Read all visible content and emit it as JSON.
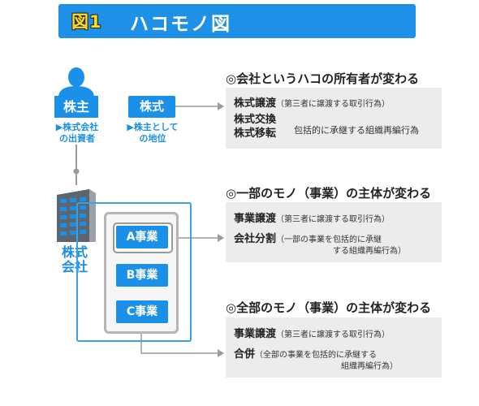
{
  "header": {
    "fig_label": "図1",
    "title": "ハコモノ図"
  },
  "shareholder": {
    "label": "株主",
    "caption_line1": "▶株式会社",
    "caption_line2": "の出資者"
  },
  "stock": {
    "label": "株式",
    "caption_line1": "▶株主として",
    "caption_line2": "の地位"
  },
  "company": {
    "label_line1": "株式",
    "label_line2": "会社"
  },
  "businesses": {
    "a": "A事業",
    "b": "B事業",
    "c": "C事業"
  },
  "section1": {
    "title": "◎会社というハコの所有者が変わる",
    "item1_main": "株式譲渡",
    "item1_note": "（第三者に譲渡する取引行為）",
    "item2_main_line1": "株式交換",
    "item2_main_line2": "株式移転",
    "item2_note": "包括的に承継する組織再編行為"
  },
  "section2": {
    "title": "◎一部のモノ（事業）の主体が変わる",
    "item1_main": "事業譲渡",
    "item1_note": "（第三者に譲渡する取引行為）",
    "item2_main": "会社分割",
    "item2_note_line1": "（一部の事業を包括的に承継",
    "item2_note_line2": "する組織再編行為）"
  },
  "section3": {
    "title": "◎全部のモノ（事業）の主体が変わる",
    "item1_main": "事業譲渡",
    "item1_note": "（第三者に譲渡する取引行為）",
    "item2_main": "合併",
    "item2_note_line1": "（全部の事業を包括的に承継する",
    "item2_note_line2": "組織再編行為）"
  },
  "colors": {
    "blue": "#1a90e8",
    "yellow": "#ffdd22",
    "gray": "#9a9a9a",
    "panel": "#ececec"
  }
}
